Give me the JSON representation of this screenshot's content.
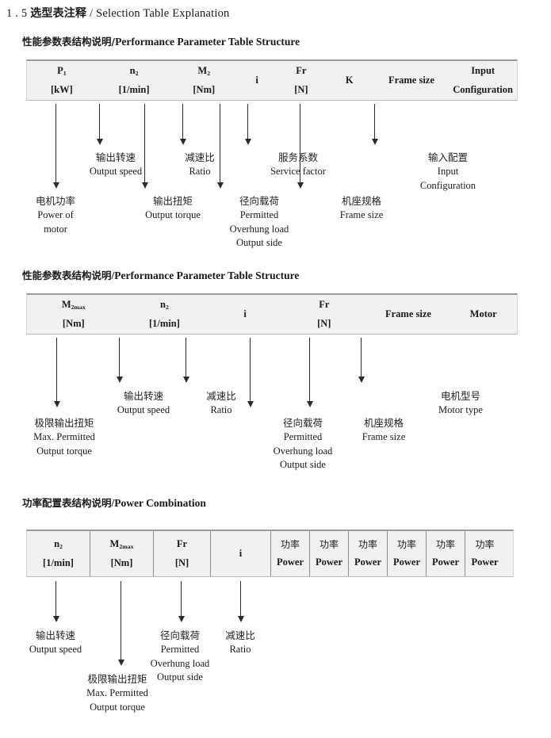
{
  "doc": {
    "heading_number": "1 . 5",
    "heading_cn": "选型表注释",
    "heading_sep": "/",
    "heading_en": "Selection Table Explanation"
  },
  "sections": [
    {
      "id": "performance-parameter-1",
      "title_cn": "性能参数表结构说明",
      "title_sep": "/",
      "title_en": "Performance Parameter Table Structure",
      "table": {
        "divided": false,
        "columns": [
          {
            "name": "p1",
            "line1": "P",
            "sub1": "1",
            "line2": "[kW]"
          },
          {
            "name": "n2",
            "line1": "n",
            "sub1": "2",
            "line2": "[1/min]"
          },
          {
            "name": "m2",
            "line1": "M",
            "sub1": "2",
            "line2": "[Nm]"
          },
          {
            "name": "i",
            "line1": "i",
            "sub1": "",
            "line2": ""
          },
          {
            "name": "fr",
            "line1": "Fr",
            "sub1": "",
            "line2": "[N]"
          },
          {
            "name": "k",
            "line1": "K",
            "sub1": "",
            "line2": ""
          },
          {
            "name": "frame-size",
            "line1": "Frame size",
            "sub1": "",
            "line2": ""
          },
          {
            "name": "input-config",
            "line1": "Input",
            "sub1": "",
            "line2": "Configuration"
          }
        ]
      },
      "annotations": [
        {
          "name": "power-of-motor",
          "cn": "电机功率",
          "en": [
            "Power of",
            "motor"
          ]
        },
        {
          "name": "output-speed",
          "cn": "输出转速",
          "en": [
            "Output speed"
          ]
        },
        {
          "name": "output-torque",
          "cn": "输出扭矩",
          "en": [
            "Output torque"
          ]
        },
        {
          "name": "ratio",
          "cn": "减速比",
          "en": [
            "Ratio"
          ]
        },
        {
          "name": "overhung-load",
          "cn": "径向载荷",
          "en": [
            "Permitted",
            "Overhung load",
            "Output side"
          ]
        },
        {
          "name": "service-factor",
          "cn": "服务系数",
          "en": [
            "Service factor"
          ]
        },
        {
          "name": "frame-size",
          "cn": "机座规格",
          "en": [
            "Frame size"
          ]
        },
        {
          "name": "input-configuration",
          "cn": "输入配置",
          "en": [
            "Input",
            "Configuration"
          ]
        }
      ]
    },
    {
      "id": "performance-parameter-2",
      "title_cn": "性能参数表结构说明",
      "title_sep": "/",
      "title_en": "Performance Parameter Table Structure",
      "table": {
        "divided": false,
        "columns": [
          {
            "name": "m2max",
            "line1": "M",
            "sub1": "2max",
            "line2": "[Nm]"
          },
          {
            "name": "n2",
            "line1": "n",
            "sub1": "2",
            "line2": "[1/min]"
          },
          {
            "name": "i",
            "line1": "i",
            "sub1": "",
            "line2": ""
          },
          {
            "name": "fr",
            "line1": "Fr",
            "sub1": "",
            "line2": "[N]"
          },
          {
            "name": "frame-size",
            "line1": "Frame size",
            "sub1": "",
            "line2": ""
          },
          {
            "name": "motor",
            "line1": "Motor",
            "sub1": "",
            "line2": ""
          }
        ]
      },
      "annotations": [
        {
          "name": "max-output-torque",
          "cn": "极限输出扭矩",
          "en": [
            "Max. Permitted",
            "Output  torque"
          ]
        },
        {
          "name": "output-speed",
          "cn": "输出转速",
          "en": [
            "Output speed"
          ]
        },
        {
          "name": "ratio",
          "cn": "减速比",
          "en": [
            "Ratio"
          ]
        },
        {
          "name": "overhung-load",
          "cn": "径向载荷",
          "en": [
            "Permitted",
            "Overhung load",
            "Output side"
          ]
        },
        {
          "name": "frame-size",
          "cn": "机座规格",
          "en": [
            "Frame size"
          ]
        },
        {
          "name": "motor-type",
          "cn": "电机型号",
          "en": [
            "Motor type"
          ]
        }
      ]
    },
    {
      "id": "power-combination",
      "title_cn": "功率配置表结构说明",
      "title_sep": "/",
      "title_en": "Power Combination",
      "table": {
        "divided": true,
        "columns": [
          {
            "name": "n2",
            "line1": "n",
            "sub1": "2",
            "line2": "[1/min]"
          },
          {
            "name": "m2max",
            "line1": "M",
            "sub1": "2max",
            "line2": "[Nm]"
          },
          {
            "name": "fr",
            "line1": "Fr",
            "sub1": "",
            "line2": "[N]"
          },
          {
            "name": "i",
            "line1": "i",
            "sub1": "",
            "line2": ""
          },
          {
            "name": "power-1",
            "line1": "功率",
            "sub1": "",
            "line2": "Power",
            "cn_head": true
          },
          {
            "name": "power-2",
            "line1": "功率",
            "sub1": "",
            "line2": "Power",
            "cn_head": true
          },
          {
            "name": "power-3",
            "line1": "功率",
            "sub1": "",
            "line2": "Power",
            "cn_head": true
          },
          {
            "name": "power-4",
            "line1": "功率",
            "sub1": "",
            "line2": "Power",
            "cn_head": true
          },
          {
            "name": "power-5",
            "line1": "功率",
            "sub1": "",
            "line2": "Power",
            "cn_head": true
          },
          {
            "name": "power-6",
            "line1": "功率",
            "sub1": "",
            "line2": "Power",
            "cn_head": true
          }
        ]
      },
      "annotations": [
        {
          "name": "output-speed",
          "cn": "输出转速",
          "en": [
            "Output speed"
          ]
        },
        {
          "name": "max-output-torque",
          "cn": "极限输出扭矩",
          "en": [
            "Max. Permitted",
            "Output  torque"
          ]
        },
        {
          "name": "overhung-load",
          "cn": "径向载荷",
          "en": [
            "Permitted",
            "Overhung load",
            "Output side"
          ]
        },
        {
          "name": "ratio",
          "cn": "减速比",
          "en": [
            "Ratio"
          ]
        }
      ]
    }
  ],
  "colors": {
    "table_bg": "#f1f1f1",
    "table_border": "#9a9a9a",
    "text": "#1a1a1a",
    "arrow": "#2b2b2b"
  }
}
